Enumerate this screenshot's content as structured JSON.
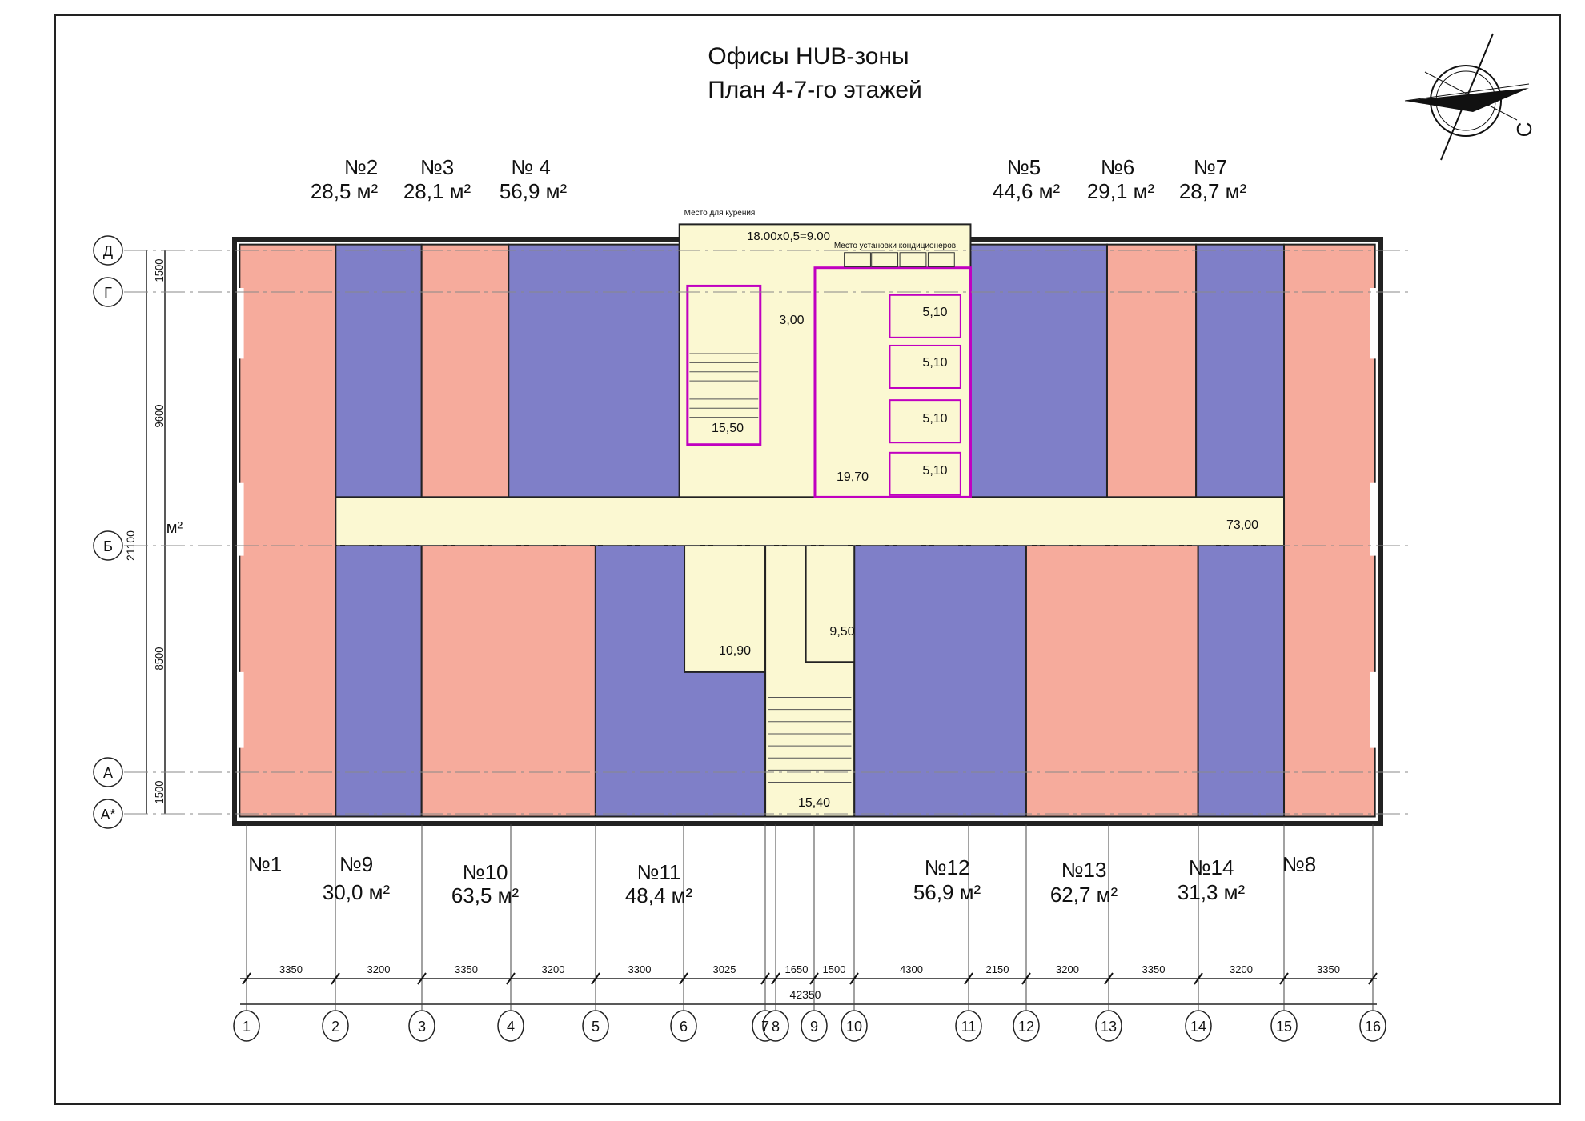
{
  "title": {
    "line1": "Офисы HUB-зоны",
    "line2": "План 4-7-го этажей"
  },
  "compass": {
    "north_letter": "С"
  },
  "colors": {
    "pink": "#f6ab9c",
    "purple": "#7f7fc8",
    "corridor": "#fbf8d2",
    "wall_accent": "#c000c0"
  },
  "offices": {
    "o1": {
      "number": "№1",
      "area": ""
    },
    "o2": {
      "number": "№2",
      "area": "28,5 м²"
    },
    "o3": {
      "number": "№3",
      "area": "28,1 м²"
    },
    "o4": {
      "number": "№ 4",
      "area": "56,9 м²"
    },
    "o5": {
      "number": "№5",
      "area": "44,6 м²"
    },
    "o6": {
      "number": "№6",
      "area": "29,1 м²"
    },
    "o7": {
      "number": "№7",
      "area": "28,7 м²"
    },
    "o8": {
      "number": "№8",
      "area": ""
    },
    "o9": {
      "number": "№9",
      "area": "30,0 м²"
    },
    "o10": {
      "number": "№10",
      "area": "63,5 м²"
    },
    "o11": {
      "number": "№11",
      "area": "48,4 м²"
    },
    "o12": {
      "number": "№12",
      "area": "56,9 м²"
    },
    "o13": {
      "number": "№13",
      "area": "62,7 м²"
    },
    "o14": {
      "number": "№14",
      "area": "31,3 м²"
    }
  },
  "core": {
    "smoking_label": "Место для курения",
    "smoking_calc": "18.00x0,5=9.00",
    "ac_label": "Место установки кондиционеров",
    "lobby": "3,00",
    "stair_top": "15,50",
    "small1": "5,10",
    "small2": "5,10",
    "small3": "5,10",
    "small4": "5,10",
    "hall": "19,70",
    "corridor": "73,00",
    "wc_left": "10,90",
    "wc_right": "9,50",
    "stair_bottom": "15,40"
  },
  "vertical_dims": {
    "total": "21100",
    "unit": "м²",
    "d1": "1500",
    "d2": "9600",
    "d3": "8500",
    "d4": "1500"
  },
  "row_axes": [
    "Д",
    "Г",
    "Б",
    "А",
    "А*"
  ],
  "column_dims": [
    "3350",
    "3200",
    "3350",
    "3200",
    "3300",
    "3025",
    "1650",
    "1500",
    "4300",
    "2150",
    "3200",
    "3350",
    "3200",
    "3350"
  ],
  "total_width": "42350",
  "column_axes": [
    "1",
    "2",
    "3",
    "4",
    "5",
    "6",
    "7",
    "8",
    "9",
    "10",
    "11",
    "12",
    "13",
    "14",
    "15",
    "16"
  ]
}
